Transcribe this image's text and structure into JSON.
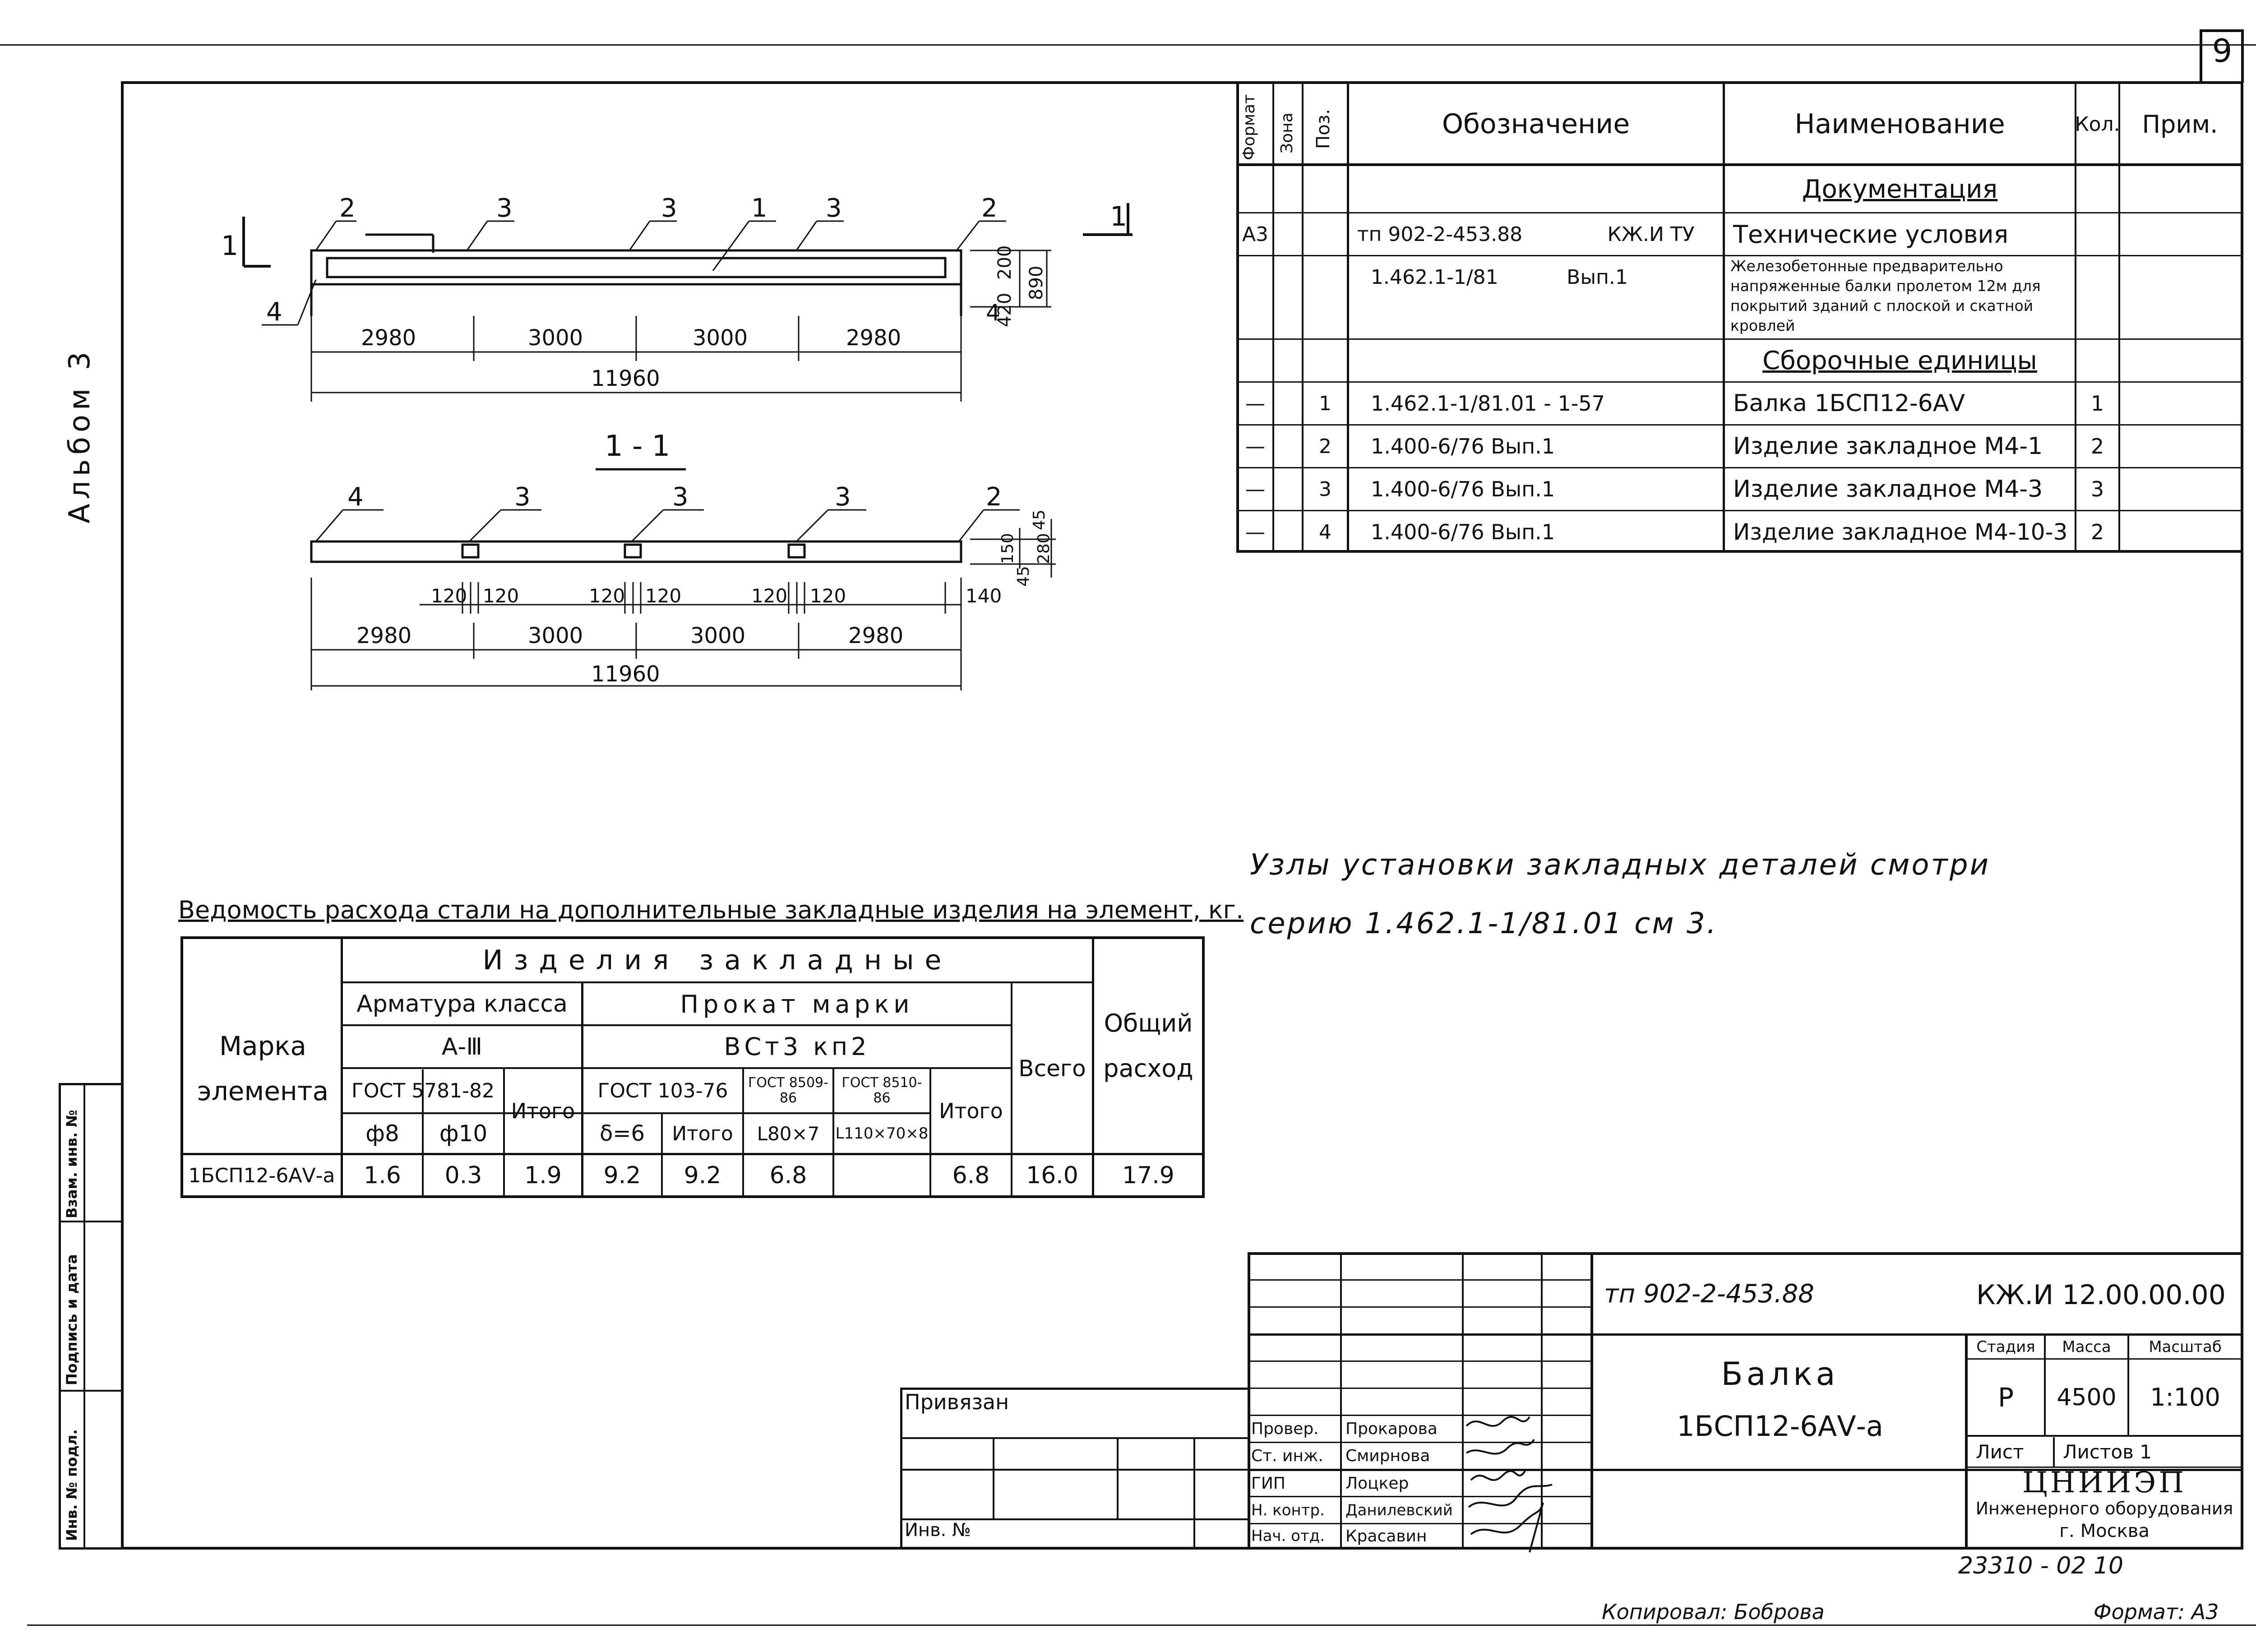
{
  "sheet_number": "9",
  "album_label": "Альбом 3",
  "side_stamps": [
    "Инв. № подл.",
    "Подпись и дата",
    "Взам. инв. №"
  ],
  "drawings": {
    "section_mark": "1",
    "top_dims": [
      "2980",
      "3000",
      "3000",
      "2980"
    ],
    "top_total": "11960",
    "top_callouts": [
      "2",
      "3",
      "3",
      "1",
      "3",
      "2",
      "4",
      "4"
    ],
    "top_height_dims": [
      "420",
      "200",
      "890"
    ],
    "section_title": "1 - 1",
    "bottom_callouts": [
      "4",
      "3",
      "3",
      "3",
      "2"
    ],
    "bottom_small_dims": [
      "120",
      "120",
      "120",
      "120",
      "120",
      "120",
      "140"
    ],
    "bottom_dims": [
      "2980",
      "3000",
      "3000",
      "2980"
    ],
    "bottom_total": "11960",
    "bottom_height_dims": [
      "150",
      "45",
      "280",
      "45"
    ]
  },
  "spec_table": {
    "headers": [
      "Формат",
      "Зона",
      "Поз.",
      "Обозначение",
      "Наименование",
      "Кол.",
      "Прим."
    ],
    "section_docs": "Документация",
    "doc_rows": [
      {
        "format": "А3",
        "designation": "тп 902-2-453.88",
        "designation2": "КЖ.И ТУ",
        "name": "Технические условия"
      },
      {
        "format": "",
        "designation": "1.462.1-1/81",
        "designation2": "Вып.1",
        "name": "Железобетонные предварительно напряженные балки пролетом 12м для покрытий зданий с плоской и скатной кровлей"
      }
    ],
    "section_units": "Сборочные единицы",
    "rows": [
      {
        "format": "—",
        "pos": "1",
        "designation": "1.462.1-1/81.01 - 1-57",
        "name": "Балка 1БСП12-6АⅤ",
        "qty": "1"
      },
      {
        "format": "—",
        "pos": "2",
        "designation": "1.400-6/76  Вып.1",
        "name": "Изделие закладное М4-1",
        "qty": "2"
      },
      {
        "format": "—",
        "pos": "3",
        "designation": "1.400-6/76  Вып.1",
        "name": "Изделие закладное М4-3",
        "qty": "3"
      },
      {
        "format": "—",
        "pos": "4",
        "designation": "1.400-6/76  Вып.1",
        "name": "Изделие закладное М4-10-3",
        "qty": "2"
      }
    ]
  },
  "note": {
    "line1": "Узлы установки закладных деталей смотри",
    "line2": "серию 1.462.1-1/81.01  см 3."
  },
  "steel_table": {
    "title": "Ведомость расхода стали на дополнительные закладные изделия на элемент, кг.",
    "h_items": "Изделия закладные",
    "h_mark": "Марка элемента",
    "h_rebar": "Арматура класса",
    "h_rebar_class": "А-Ⅲ",
    "h_rolled": "Прокат марки",
    "h_rolled_grade": "ВСт3 кп2",
    "h_total": "Всего",
    "h_overall": "Общий расход",
    "h_gost1": "ГОСТ 5781-82",
    "h_subtotal": "Итого",
    "h_gost2": "ГОСТ 103-76",
    "h_gost3": "ГОСТ 8509-86",
    "h_gost4": "ГОСТ 8510-86",
    "sub_cols": [
      "ф8",
      "ф10",
      "δ=6",
      "Итого",
      "L80×7",
      "L110×70×8"
    ],
    "row": {
      "mark": "1БСП12-6АⅤ-а",
      "values": [
        "1.6",
        "0.3",
        "1.9",
        "9.2",
        "9.2",
        "6.8",
        "",
        "6.8",
        "16.0",
        "17.9"
      ]
    }
  },
  "title_block": {
    "privyazan": "Привязан",
    "inv": "Инв. №",
    "code_left": "тп 902-2-453.88",
    "code_right": "КЖ.И 12.00.00.00",
    "title1": "Балка",
    "title2": "1БСП12-6АⅤ-а",
    "stage_h": "Стадия",
    "mass_h": "Масса",
    "scale_h": "Масштаб",
    "stage": "Р",
    "mass": "4500",
    "scale": "1:100",
    "sheet": "Лист",
    "sheets": "Листов 1",
    "org1": "ЦНИИЭП",
    "org2": "Инженерного оборудования",
    "org3": "г. Москва",
    "roles": [
      {
        "role": "Провер.",
        "name": "Прокарова"
      },
      {
        "role": "Ст. инж.",
        "name": "Смирнова"
      },
      {
        "role": "ГИП",
        "name": "Лоцкер"
      },
      {
        "role": "Н. контр.",
        "name": "Данилевский"
      },
      {
        "role": "Нач. отд.",
        "name": "Красавин"
      }
    ],
    "doc_number": "23310 - 02  10"
  },
  "footer": {
    "copied": "Копировал: Боброва",
    "format": "Формат: А3"
  }
}
